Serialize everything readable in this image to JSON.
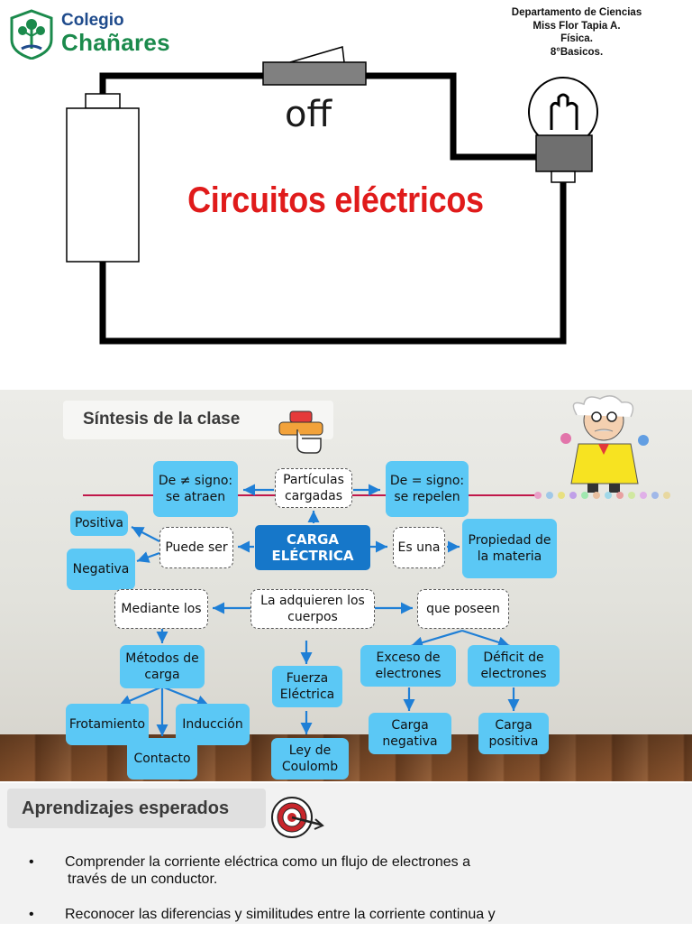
{
  "slide1": {
    "logo": {
      "line1": "Colegio",
      "line2": "Chañares"
    },
    "department": [
      "Departamento de Ciencias",
      "Miss Flor Tapia A.",
      "Física.",
      "8°Basicos."
    ],
    "switch_label": "off",
    "title": "Circuitos eléctricos",
    "colors": {
      "title": "#e01b1b",
      "logo_blue": "#1f4b8c",
      "logo_green": "#1b8a4c"
    },
    "icons": [
      "logo-tree-icon",
      "battery-icon",
      "switch-icon",
      "lamp-icon"
    ]
  },
  "slide2": {
    "title": "Síntesis de la clase",
    "icons": [
      "hand-button-icon",
      "scientist-icon"
    ],
    "nodes": {
      "center": "CARGA ELÉCTRICA",
      "particulas": "Partículas cargadas",
      "atraen": "De ≠ signo: se atraen",
      "repelen": "De = signo: se repelen",
      "puede_ser": "Puede ser",
      "positiva": "Positiva",
      "negativa": "Negativa",
      "es_una": "Es una",
      "propiedad": "Propiedad de la materia",
      "mediante": "Mediante los",
      "adquieren": "La adquieren los cuerpos",
      "que_poseen": "que poseen",
      "metodos": "Métodos de carga",
      "frotamiento": "Frotamiento",
      "contacto": "Contacto",
      "induccion": "Inducción",
      "fuerza": "Fuerza Eléctrica",
      "coulomb": "Ley de Coulomb",
      "exceso": "Exceso de electrones",
      "deficit": "Déficit de electrones",
      "carga_neg": "Carga negativa",
      "carga_pos": "Carga positiva"
    },
    "colors": {
      "box": "#5bc8f5",
      "center": "#1677c9",
      "arrow": "#1f7fd6",
      "line": "#c0184a"
    }
  },
  "slide3": {
    "title": "Aprendizajes esperados",
    "icon": "target-icon",
    "bullet_char": "•",
    "bullets": [
      [
        "Comprender la corriente eléctrica como un flujo de electrones a",
        "través de un conductor."
      ],
      [
        "Reconocer las diferencias y similitudes entre la corriente continua y"
      ]
    ]
  }
}
